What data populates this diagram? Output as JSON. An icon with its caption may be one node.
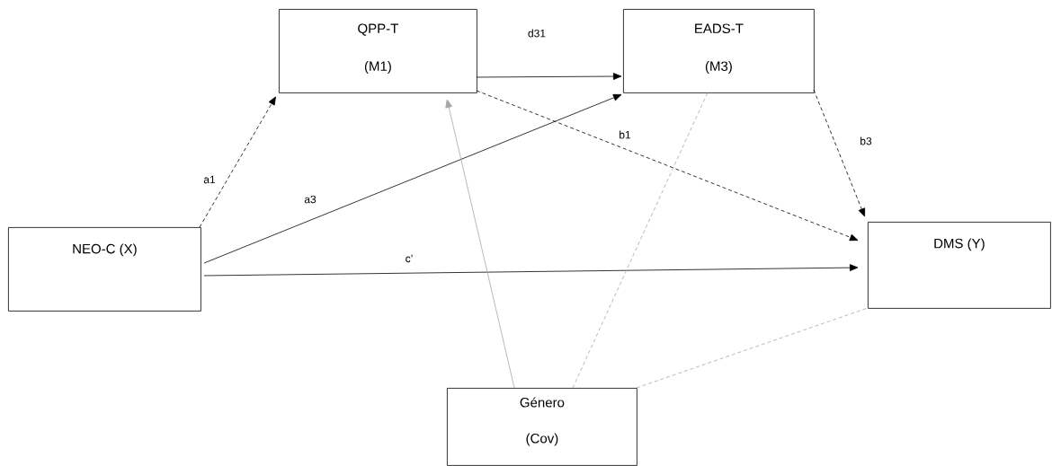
{
  "diagram": {
    "nodes": [
      {
        "text": [
          "QPP-T",
          "(M1)"
        ]
      },
      {
        "text": [
          "EADS-T",
          "(M3)"
        ]
      },
      {
        "text": [
          "NEO-C (X)"
        ]
      },
      {
        "text": [
          "DMS (Y)"
        ]
      },
      {
        "text": [
          "Género",
          "(Cov)"
        ]
      }
    ],
    "edges": [
      {
        "from": 2,
        "to": 0,
        "arrow": "to",
        "label": "a1",
        "style": "dashed"
      },
      {
        "from": 2,
        "to": 1,
        "arrow": "to",
        "label": "a3"
      },
      {
        "from": 2,
        "to": 3,
        "arrow": "to",
        "label": "c’"
      },
      {
        "from": 0,
        "to": 1,
        "arrow": "to",
        "label": "d31"
      },
      {
        "from": 0,
        "to": 3,
        "arrow": "to",
        "label": "b1",
        "style": "dashed"
      },
      {
        "from": 1,
        "to": 3,
        "arrow": "to",
        "label": "b3",
        "style": "dashed"
      },
      {
        "from": 4,
        "to": 0,
        "arrow": "to",
        "color": "#a6a6a6"
      },
      {
        "from": 4,
        "to": 1,
        "arrow": "none",
        "style": "dashed",
        "color": "#a6a6a6"
      },
      {
        "from": 4,
        "to": 3,
        "arrow": "none",
        "style": "dashed",
        "color": "#a6a6a6"
      }
    ]
  }
}
